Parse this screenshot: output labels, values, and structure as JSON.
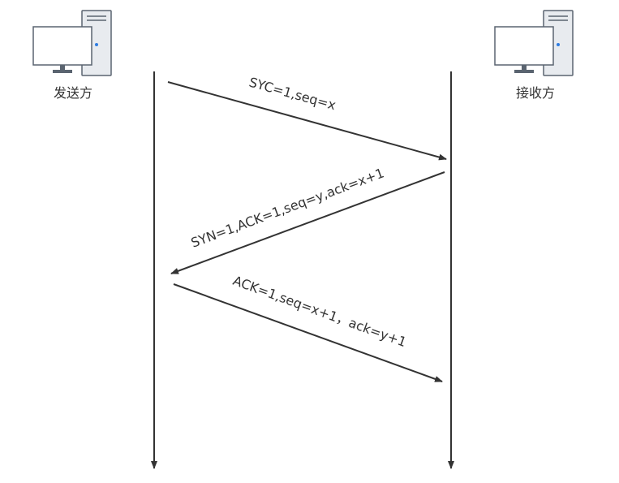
{
  "sender": {
    "label": "发送方",
    "icon": "computer-icon"
  },
  "receiver": {
    "label": "接收方",
    "icon": "computer-icon"
  },
  "messages": [
    {
      "label": "SYC=1,seq=x"
    },
    {
      "label": "SYN=1,ACK=1,seq=y,ack=x+1"
    },
    {
      "label": "ACK=1,seq=x+1，ack=y+1"
    }
  ],
  "colors": {
    "line": "#333333",
    "screen_border": "#5a6470",
    "tower_fill": "#e8ebef",
    "power_dot": "#2f7de1"
  }
}
